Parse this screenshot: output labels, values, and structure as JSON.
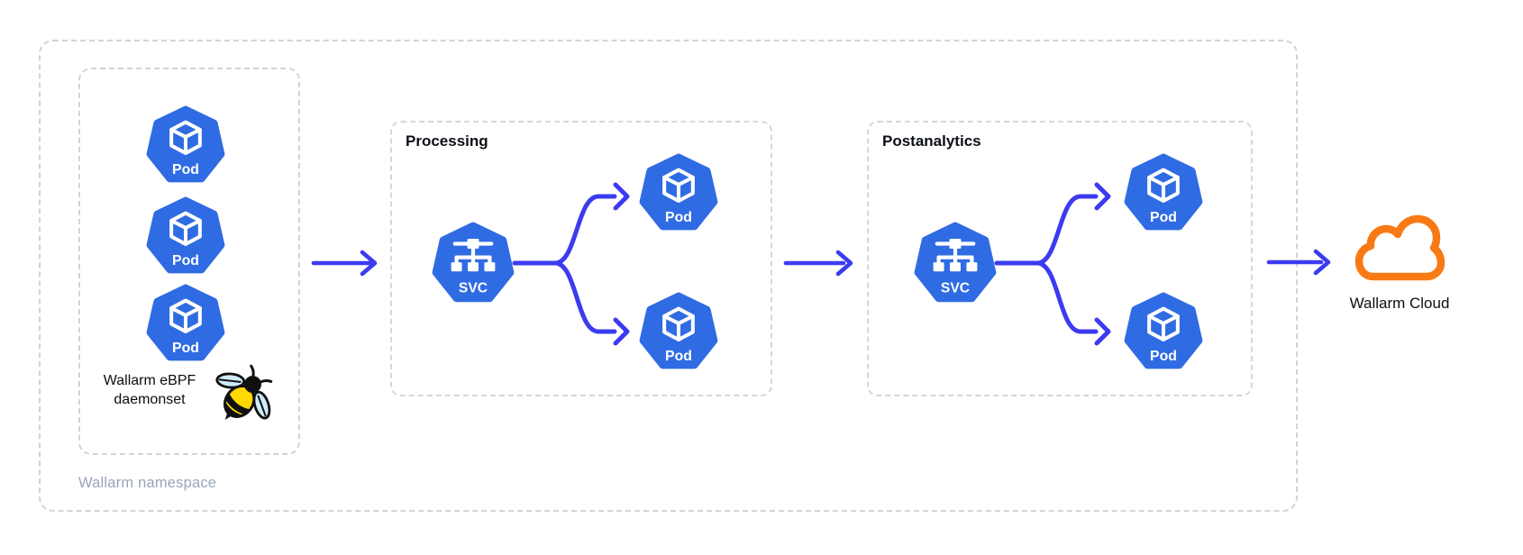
{
  "namespace": {
    "label": "Wallarm namespace"
  },
  "daemonset": {
    "label_line1": "Wallarm eBPF",
    "label_line2": "daemonset",
    "pod_count": 3
  },
  "groups": {
    "processing": {
      "title": "Processing",
      "pod_count": 2
    },
    "postanalytics": {
      "title": "Postanalytics",
      "pod_count": 2
    }
  },
  "nodes": {
    "pod_label": "Pod",
    "svc_label": "SVC"
  },
  "cloud": {
    "label": "Wallarm Cloud"
  },
  "icons": {
    "pod": "cube-icon",
    "service": "network-tree-icon",
    "daemonset_mascot": "bee-icon",
    "cloud": "cloud-icon",
    "flow": "arrow-right-icon"
  },
  "colors": {
    "kubernetes_blue": "#2F6BE3",
    "connector_indigo": "#3C3BF0",
    "cloud_orange": "#F87A14",
    "dashed_border": "#CFD4DB",
    "namespace_text": "#9AA3B8",
    "wing_blue": "#CFEBFA",
    "bee_yellow": "#FFD900"
  }
}
